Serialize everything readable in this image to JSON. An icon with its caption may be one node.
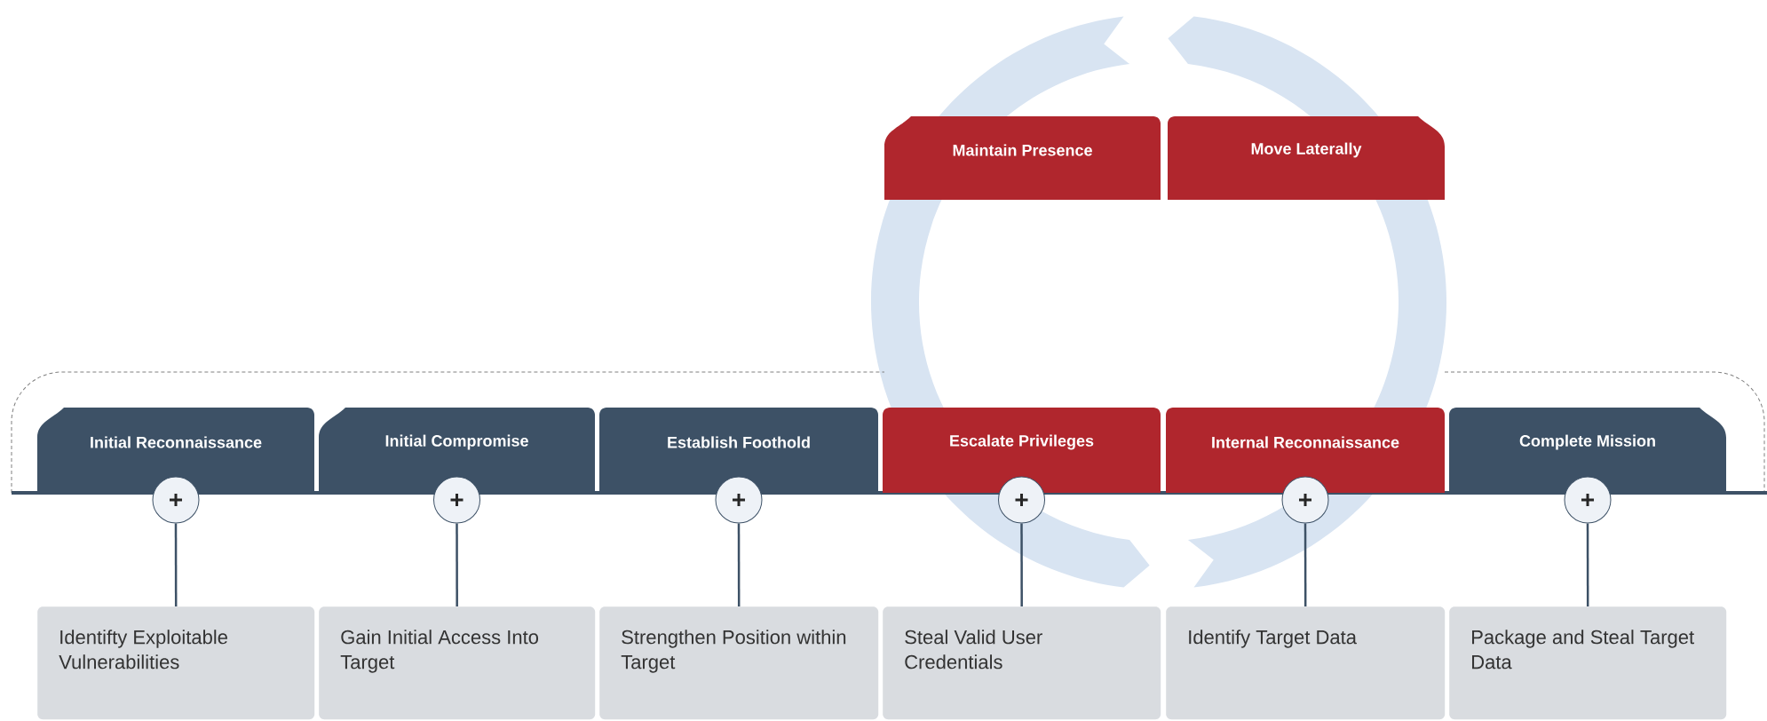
{
  "diagram": {
    "nodes": [
      {
        "text": [
          "Maintain Presence"
        ]
      },
      {
        "text": [
          "Move Laterally"
        ]
      },
      {
        "text": [
          "Initial Reconnaissance"
        ]
      },
      {
        "text": [
          "Initial Compromise"
        ]
      },
      {
        "text": [
          "Establish Foothold"
        ]
      },
      {
        "text": [
          "Escalate Privileges"
        ]
      },
      {
        "text": [
          "Internal Reconnaissance"
        ]
      },
      {
        "text": [
          "Complete Mission"
        ]
      },
      {
        "text": [],
        "shape": "circle"
      },
      {
        "text": [],
        "shape": "circle"
      },
      {
        "text": [],
        "shape": "circle"
      },
      {
        "text": [],
        "shape": "circle"
      },
      {
        "text": [],
        "shape": "circle"
      },
      {
        "text": [],
        "shape": "circle"
      },
      {
        "text": [
          "Identifty Exploitable Vulnerabilities"
        ]
      },
      {
        "text": [
          "Gain Initial Access Into Target"
        ]
      },
      {
        "text": [
          "Strengthen Position within Target"
        ]
      },
      {
        "text": [
          "Steal Valid User Credentials"
        ]
      },
      {
        "text": [
          "Identify Target Data"
        ]
      },
      {
        "text": [
          "Package and Steal Target Data"
        ]
      }
    ],
    "edges": [
      {
        "from": 8,
        "to": 14,
        "arrow": "none"
      },
      {
        "from": 9,
        "to": 15,
        "arrow": "none"
      },
      {
        "from": 10,
        "to": 16,
        "arrow": "none"
      },
      {
        "from": 11,
        "to": 17,
        "arrow": "none"
      },
      {
        "from": 12,
        "to": 18,
        "arrow": "none"
      },
      {
        "from": 13,
        "to": 19,
        "arrow": "none"
      }
    ]
  }
}
